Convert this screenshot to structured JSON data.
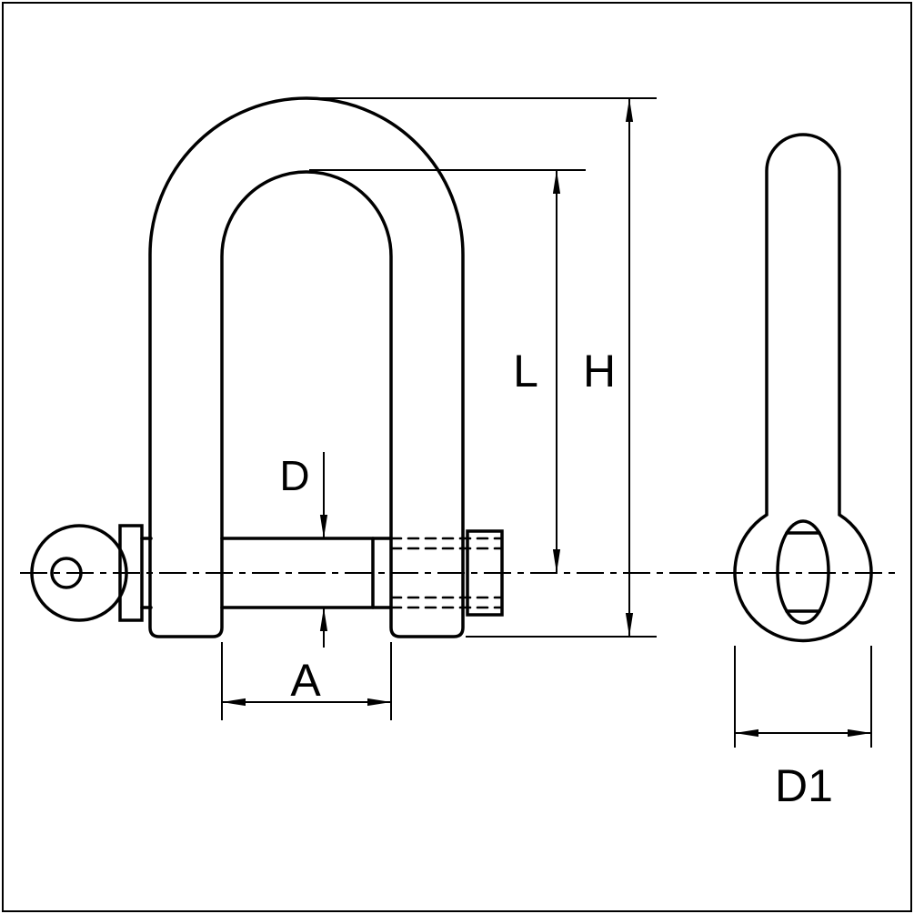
{
  "colors": {
    "line": "#000000",
    "background": "#ffffff"
  },
  "labels": {
    "inner_length": "L",
    "overall_height": "H",
    "pin_diameter": "D",
    "inner_width": "A",
    "eye_diameter": "D1"
  }
}
